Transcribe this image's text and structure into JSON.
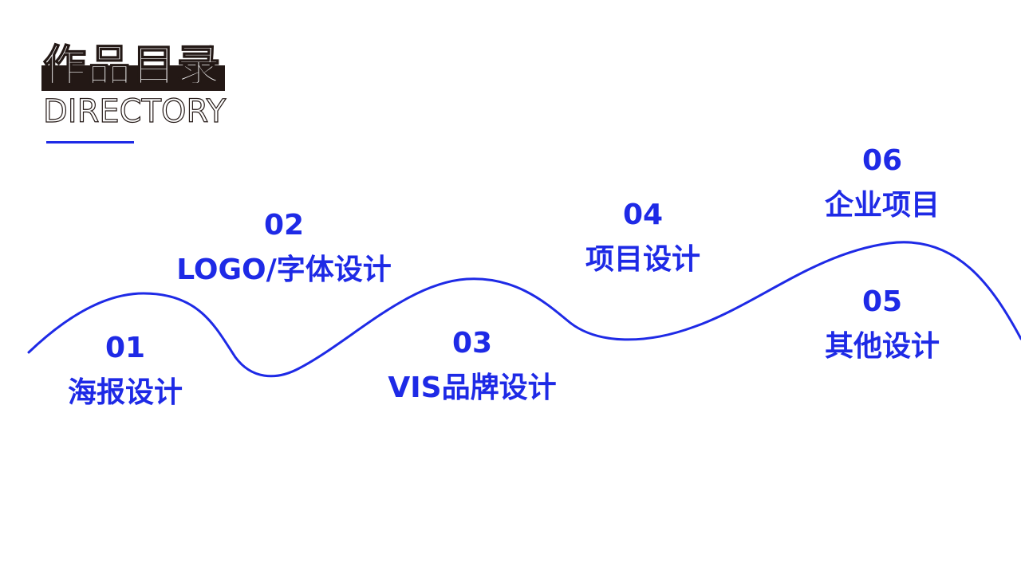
{
  "header": {
    "title_cn": "作品目录",
    "title_en": "DIRECTORY"
  },
  "colors": {
    "accent": "#1e2ae6",
    "title_bar": "#231815",
    "background": "#ffffff"
  },
  "items": [
    {
      "num": "01",
      "label": "海报设计"
    },
    {
      "num": "02",
      "label": "LOGO/字体设计"
    },
    {
      "num": "03",
      "label": "VIS品牌设计"
    },
    {
      "num": "04",
      "label": "项目设计"
    },
    {
      "num": "05",
      "label": "其他设计"
    },
    {
      "num": "06",
      "label": "企业项目"
    }
  ]
}
